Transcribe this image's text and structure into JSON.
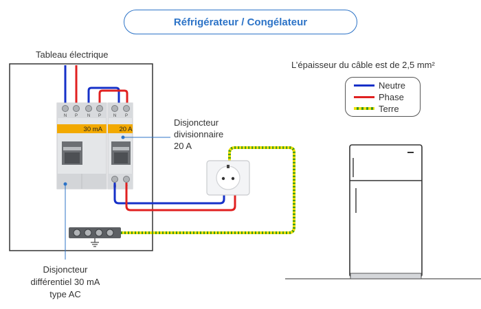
{
  "title": "Réfrigérateur / Congélateur",
  "panel_label": "Tableau électrique",
  "cable_note": "L’épaisseur du câble est de 2,5 mm²",
  "legend": {
    "neutre": "Neutre",
    "phase": "Phase",
    "terre": "Terre"
  },
  "breaker_div": {
    "rating_tag": "20 A",
    "label_line1": "Disjoncteur",
    "label_line2": "divisionnaire",
    "label_line3": "20 A"
  },
  "breaker_diff": {
    "rating_tag": "30 mA",
    "label_line1": "Disjoncteur",
    "label_line2": "différentiel 30 mA",
    "label_line3": "type AC"
  },
  "terminal_letters": {
    "n": "N",
    "p": "P"
  },
  "colors": {
    "accent": "#2c73c7",
    "neutre": "#1530c8",
    "phase": "#e02020",
    "terre_yellow": "#f0e000",
    "terre_green": "#3a9a1a",
    "rating_tag": "#f2a900"
  }
}
